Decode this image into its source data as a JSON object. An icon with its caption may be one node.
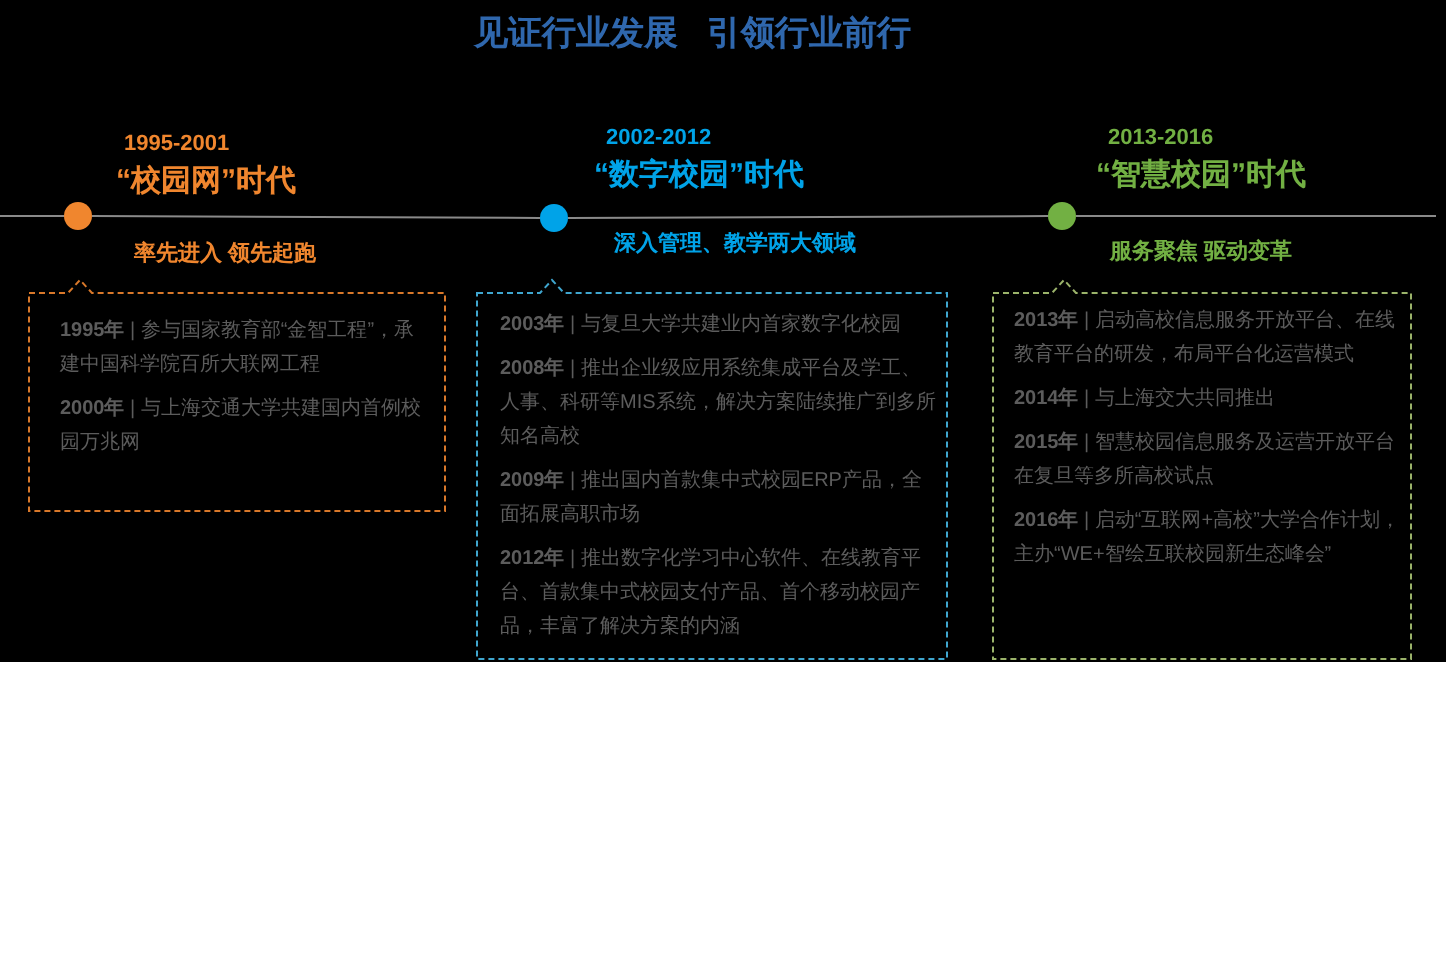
{
  "diagram": {
    "title": "见证行业发展 引领行业前行",
    "nodes": [
      {
        "text": [],
        "shape": "circle",
        "beside": [
          "1995-2001",
          "“校园网”时代"
        ]
      },
      {
        "text": [
          "**1995年** | 参与国家教育部“金智工程”，承建中国科学院百所大联网工程",
          "**2000年** | 与上海交通大学共建国内首例校园万兆网"
        ],
        "beside": [
          "率先进入 领先起跑"
        ]
      },
      {
        "text": [],
        "shape": "circle",
        "beside": [
          "2002-2012",
          "“数字校园”时代"
        ]
      },
      {
        "text": [
          "**2003年** | 与复旦大学共建业内首家数字化校园",
          "**2008年** | 推出企业级应用系统集成平台及学工、人事、科研等MIS系统，解决方案陆续推广到多所知名高校",
          "**2009年** | 推出国内首款集中式校园ERP产品，全面拓展高职市场",
          "**2012年** | 推出数字化学习中心软件、在线教育平台、首款集中式校园支付产品、首个移动校园产品，丰富了解决方案的内涵"
        ],
        "beside": [
          "深入管理、教学两大领域"
        ]
      },
      {
        "text": [],
        "shape": "circle",
        "beside": [
          "2013-2016",
          "“智慧校园”时代"
        ]
      },
      {
        "text": [
          "**2013年** | 启动高校信息服务开放平台、在线教育平台的研发，布局平台化运营模式",
          "**2014年** | 与上海交大共同推出",
          "**2015年** | 智慧校园信息服务及运营开放平台在复旦等多所高校试点",
          "**2016年** | 启动“互联网+高校”大学合作计划，主办“WE+智绘互联校园新生态峰会”"
        ],
        "beside": [
          "服务聚焦 驱动变革"
        ]
      }
    ],
    "edges": [
      {
        "from": null,
        "to": 0,
        "arrow": "none"
      },
      {
        "from": 0,
        "to": 2,
        "arrow": "none"
      },
      {
        "from": 2,
        "to": 4,
        "arrow": "none"
      },
      {
        "from": 4,
        "to": null,
        "arrow": "none"
      }
    ]
  }
}
